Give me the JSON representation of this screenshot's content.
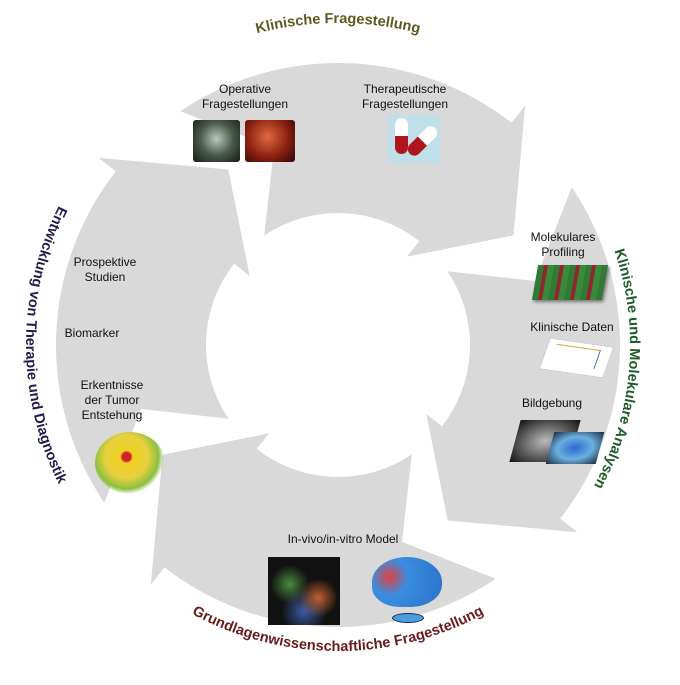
{
  "cycle": {
    "top": {
      "title": "Klinische Fragestellung",
      "color": "#5a5a1e",
      "items": [
        "Operative Fragestellungen",
        "Therapeutische Fragestellungen"
      ]
    },
    "right": {
      "title": "Klinische und Molekulare Analysen",
      "color": "#1f5a28",
      "items": [
        "Molekulares Profiling",
        "Klinische Daten",
        "Bildgebung"
      ]
    },
    "bottom": {
      "title": "Grundlagenwissenschaftliche Fragestellung",
      "color": "#6a1a1a",
      "items": [
        "In-vivo/in-vitro Model"
      ]
    },
    "left": {
      "title": "Entwicklung von Therapie und Diagnostik",
      "color": "#1e1e4a",
      "items": [
        "Prospektive Studien",
        "Biomarker",
        "Erkentnisse der Tumor Entstehung"
      ]
    }
  },
  "colors": {
    "arrow": "#d9d9d9"
  }
}
